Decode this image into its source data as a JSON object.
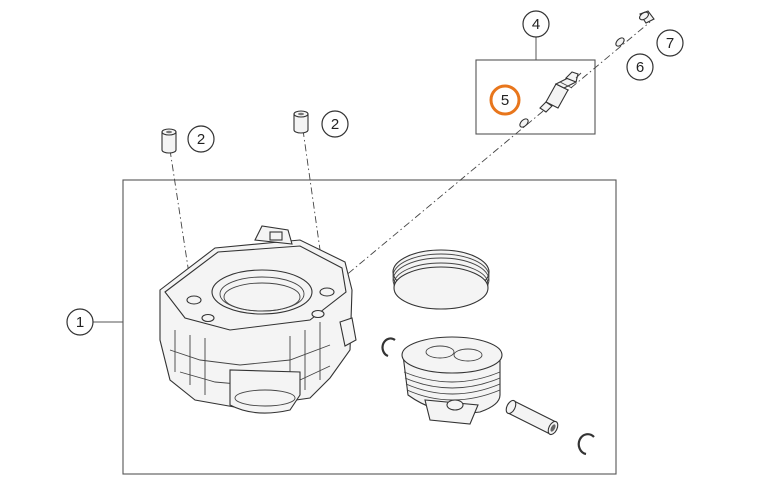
{
  "callouts": [
    {
      "id": "c1",
      "label": "1"
    },
    {
      "id": "c2a",
      "label": "2"
    },
    {
      "id": "c2b",
      "label": "2"
    },
    {
      "id": "c4",
      "label": "4"
    },
    {
      "id": "c5",
      "label": "5"
    },
    {
      "id": "c6",
      "label": "6"
    },
    {
      "id": "c7",
      "label": "7"
    }
  ],
  "highlight": {
    "callout": "5",
    "color": "#e8761c"
  },
  "colors": {
    "line": "#444444",
    "part_fill": "#f4f4f4",
    "frame": "#555555"
  },
  "parts": [
    {
      "name": "cylinder-icon"
    },
    {
      "name": "dowel-pin-icon"
    },
    {
      "name": "piston-ring-set-icon"
    },
    {
      "name": "piston-icon"
    },
    {
      "name": "piston-pin-icon"
    },
    {
      "name": "circlip-icon"
    },
    {
      "name": "temperature-sensor-icon"
    },
    {
      "name": "sealing-ring-icon"
    },
    {
      "name": "screw-icon"
    }
  ]
}
